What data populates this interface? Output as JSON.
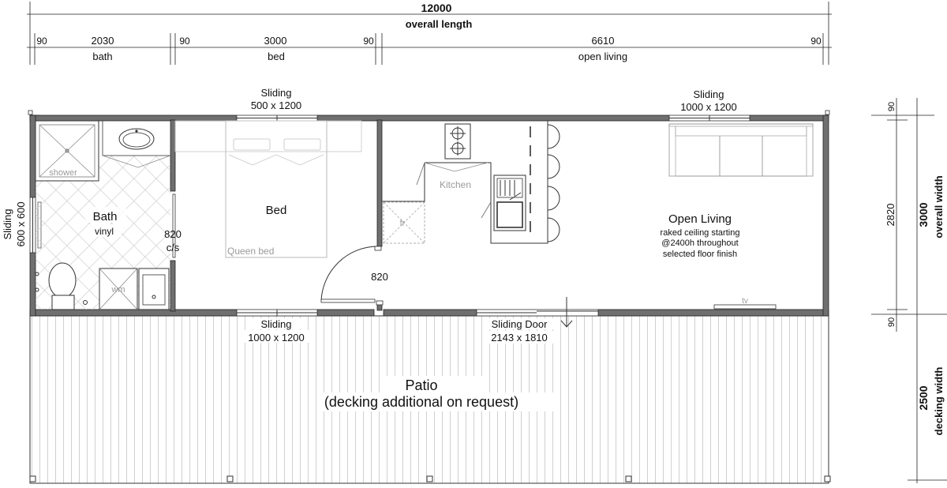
{
  "dimensions_top": {
    "overall_value": "12000",
    "overall_label": "overall length",
    "segments": [
      "90",
      "2030",
      "90",
      "3000",
      "90",
      "6610",
      "90"
    ],
    "zones": [
      "bath",
      "bed",
      "open living"
    ]
  },
  "dimensions_right": {
    "overall_width_value": "3000",
    "overall_width_label": "overall width",
    "decking_width_value": "2500",
    "decking_width_label": "decking width",
    "wall_top": "90",
    "interior": "2820",
    "wall_bottom": "90"
  },
  "windows": {
    "bed_top": {
      "name": "Sliding",
      "size": "500 x 1200"
    },
    "living_top": {
      "name": "Sliding",
      "size": "1000 x 1200"
    },
    "bath_side": {
      "name": "Sliding",
      "size": "600 x 600"
    },
    "bed_bottom": {
      "name": "Sliding",
      "size": "1000 x 1200"
    },
    "door": {
      "name": "Sliding Door",
      "size": "2143 x 1810"
    }
  },
  "rooms": {
    "bath": {
      "name": "Bath",
      "finish": "vinyl"
    },
    "bed": {
      "name": "Bed",
      "furniture": "Queen bed"
    },
    "kitchen": {
      "name": "Kitchen",
      "fridge": "fr"
    },
    "living": {
      "name": "Open Living",
      "notes": [
        "raked ceiling starting",
        "@2400h throughout",
        "selected floor finish"
      ],
      "tv": "tv"
    },
    "patio": {
      "name": "Patio",
      "note": "(decking additional on request)"
    }
  },
  "fixtures": {
    "shower": "shower",
    "washing_machine": "wm"
  },
  "openings": {
    "bath_door": "820",
    "bath_door_type": "c/s",
    "bed_door": "820"
  }
}
